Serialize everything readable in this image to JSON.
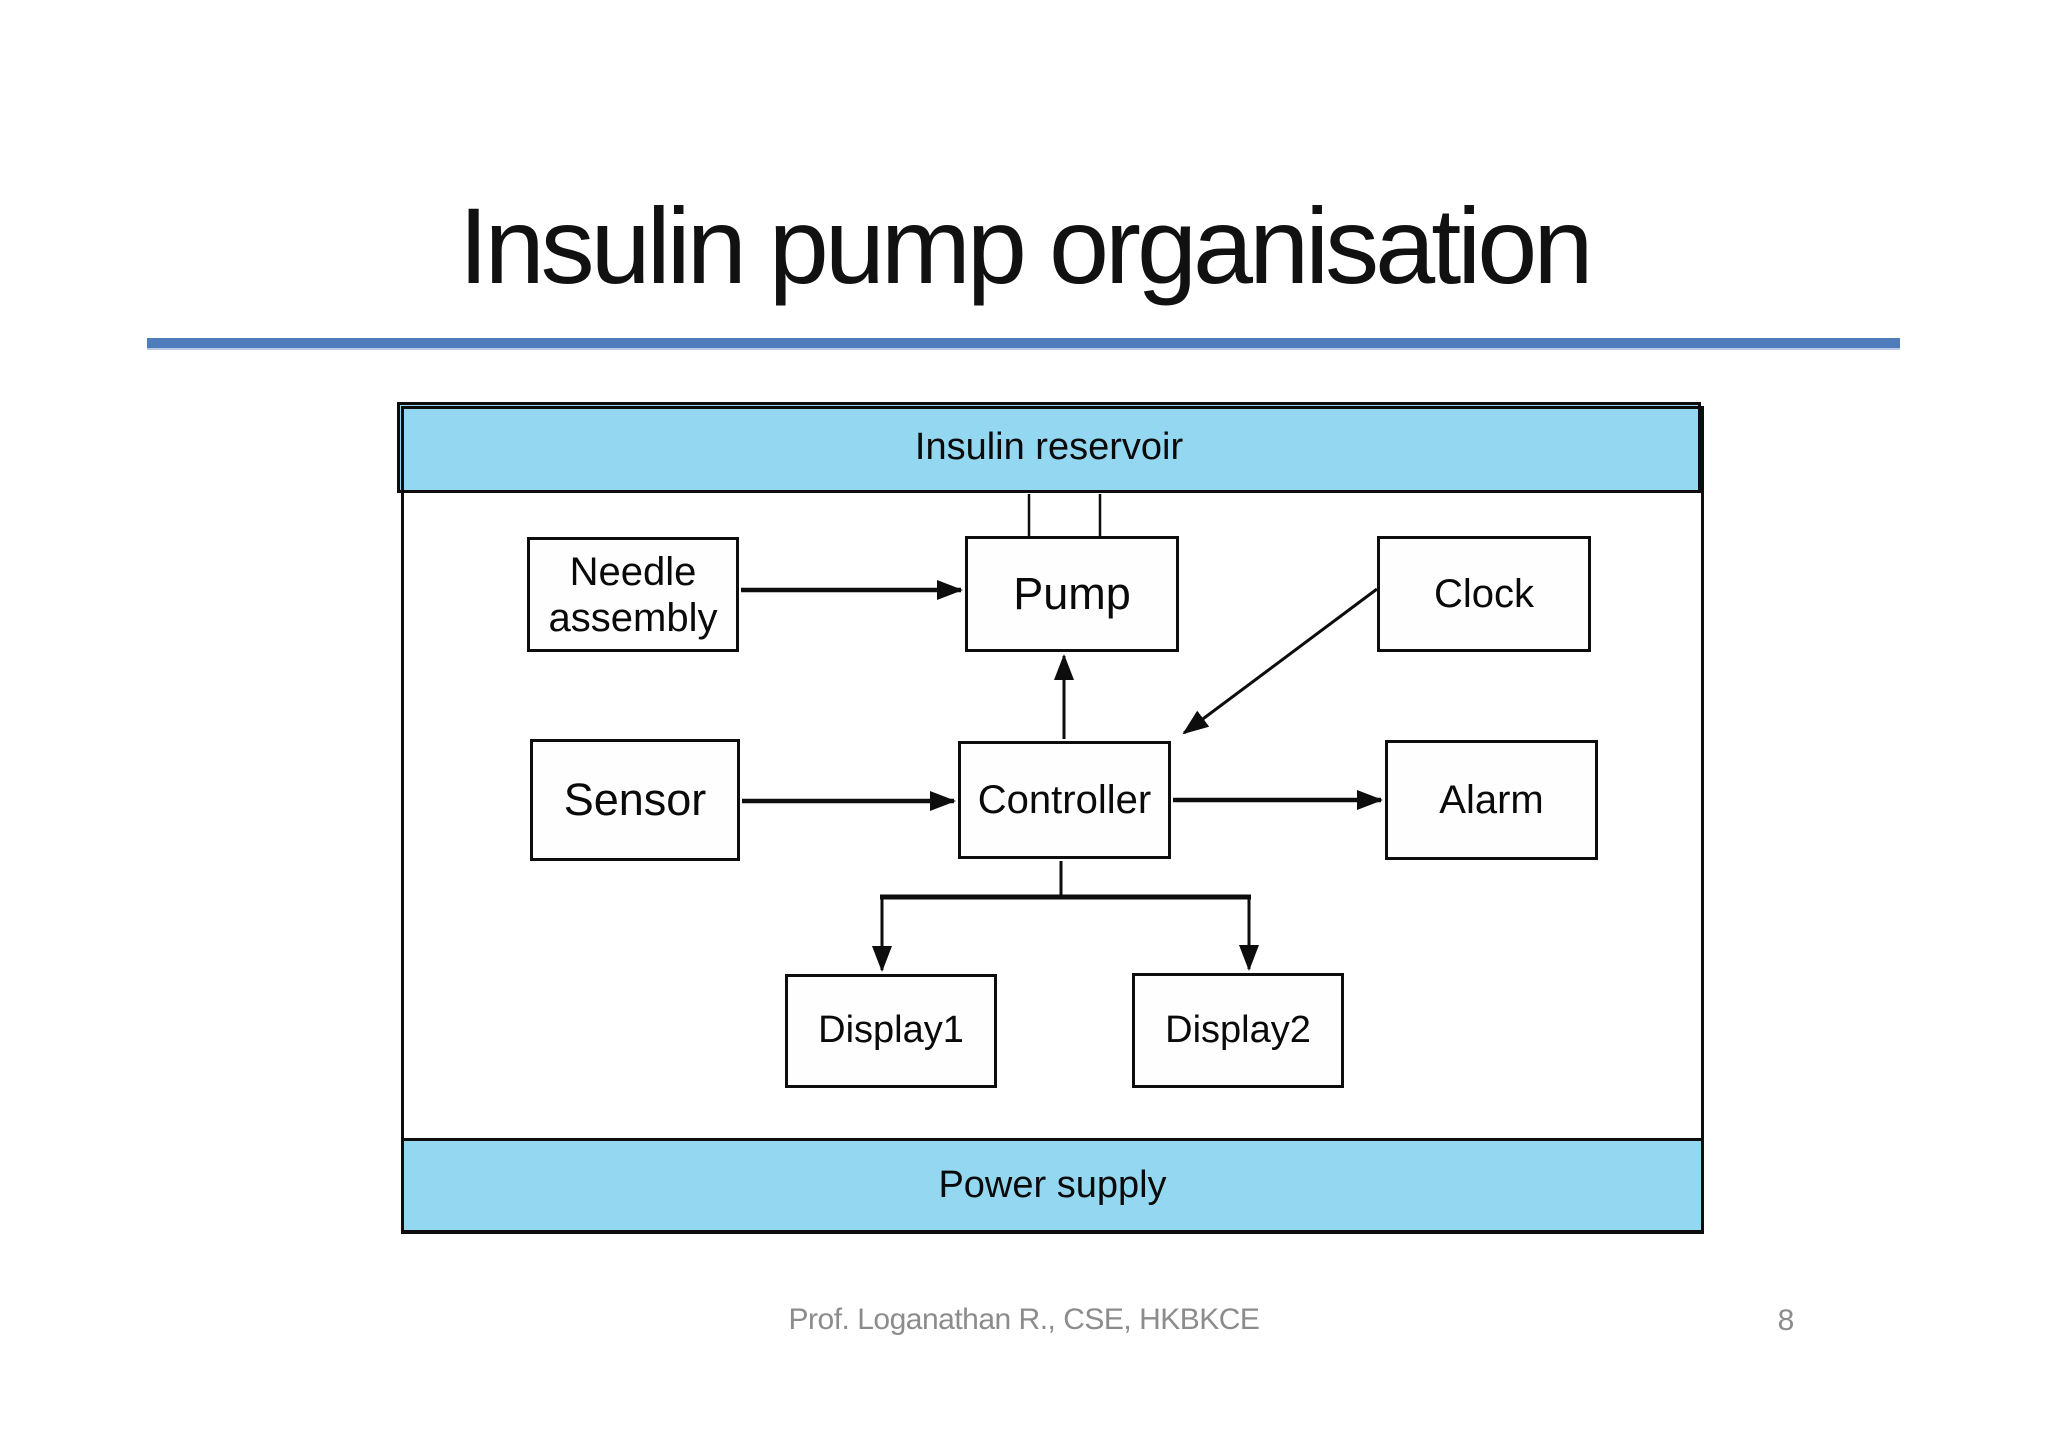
{
  "slide": {
    "title": "Insulin pump organisation",
    "accent_rule_color": "#4f7dbc",
    "footer": {
      "credit": "Prof. Loganathan R., CSE, HKBKCE",
      "page_number": "8"
    }
  },
  "diagram": {
    "fill_color": "#93d7f1",
    "border_color": "#0d0d0d",
    "reservoir": {
      "label": "Insulin reservoir"
    },
    "power": {
      "label": "Power supply"
    },
    "boxes": {
      "needle": {
        "line1": "Needle",
        "line2": "assembly"
      },
      "pump": {
        "label": "Pump"
      },
      "clock": {
        "label": "Clock"
      },
      "sensor": {
        "label": "Sensor"
      },
      "controller": {
        "label": "Controller"
      },
      "alarm": {
        "label": "Alarm"
      },
      "display1": {
        "label": "Display1"
      },
      "display2": {
        "label": "Display2"
      }
    },
    "connections": [
      {
        "from": "Insulin reservoir",
        "to": "Pump",
        "style": "two plain vertical lines"
      },
      {
        "from": "Needle assembly",
        "to": "Pump",
        "style": "arrow"
      },
      {
        "from": "Clock",
        "to": "Controller",
        "style": "diagonal arrow"
      },
      {
        "from": "Sensor",
        "to": "Controller",
        "style": "arrow"
      },
      {
        "from": "Controller",
        "to": "Alarm",
        "style": "arrow"
      },
      {
        "from": "Controller",
        "to": "Pump",
        "style": "arrow up"
      },
      {
        "from": "Controller",
        "to": "Display1",
        "style": "branch arrow down"
      },
      {
        "from": "Controller",
        "to": "Display2",
        "style": "branch arrow down"
      }
    ]
  }
}
